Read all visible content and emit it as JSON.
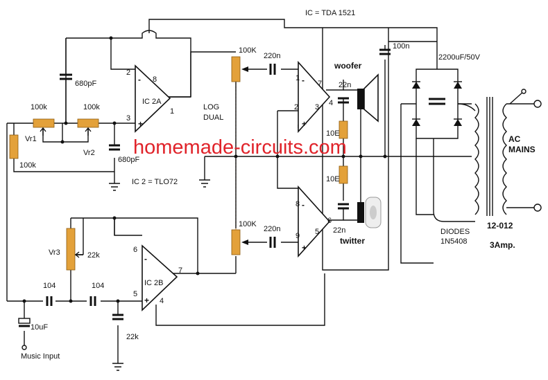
{
  "ic_main": "IC = TDA 1521",
  "ic2": "IC 2 = TLO72",
  "ic2a": "IC 2A",
  "ic2b": "IC 2B",
  "watermark": "homemade-circuits.com",
  "log_dual": [
    "LOG",
    "DUAL"
  ],
  "woofer": "woofer",
  "twitter": "twitter",
  "ac_mains": [
    "AC",
    "MAINS"
  ],
  "transformer": "12-012",
  "amp_rating": "3Amp.",
  "diodes": [
    "DIODES",
    "1N5408"
  ],
  "music_input": "Music Input",
  "components": {
    "c680pf_top": "680pF",
    "c680pf_bottom": "680pF",
    "r100k_a": "100k",
    "r100k_b": "100k",
    "r100k_c": "100k",
    "vr1": "Vr1",
    "vr2": "Vr2",
    "vr3": "Vr3",
    "r22k_vr3": "22k",
    "c22k_bottom": "22k",
    "c104_a": "104",
    "c104_b": "104",
    "c10uf": "10uF",
    "pot100k_top": "100K",
    "pot100k_bottom": "100K",
    "c220n_top": "220n",
    "c220n_bottom": "220n",
    "c22n_top": "22n",
    "c22n_bottom": "22n",
    "r10e_top": "10E",
    "r10e_bottom": "10E",
    "c100n": "100n",
    "c2200uf": "2200uF/50V"
  },
  "pins": {
    "ic2a": [
      "2",
      "8",
      "3",
      "1"
    ],
    "ic2b": [
      "6",
      "7",
      "5",
      "4"
    ],
    "tda_top": [
      "1",
      "7",
      "4",
      "2",
      "3"
    ],
    "tda_bottom": [
      "8",
      "6",
      "9",
      "5"
    ]
  },
  "signs": {
    "minus": "-",
    "plus": "+"
  }
}
